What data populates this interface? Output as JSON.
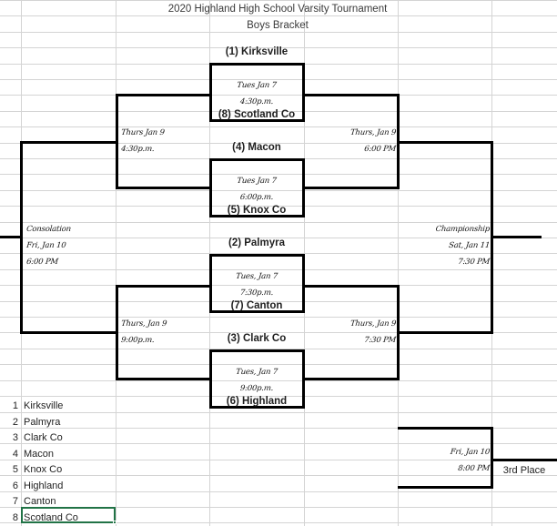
{
  "header": {
    "title": "2020 Highland High School Varsity Tournament",
    "subtitle": "Boys Bracket"
  },
  "colors": {
    "bracket_line": "#000000",
    "gridline": "#d4d4d4",
    "text": "#1f1f1f",
    "title_text": "#3a3a3a",
    "selection": "#217346"
  },
  "bracket": {
    "round1": [
      {
        "top_team": "(1) Kirksville",
        "bottom_team": "(8) Scotland Co",
        "date": "Tues Jan 7",
        "time": "4:30p.m."
      },
      {
        "top_team": "(4) Macon",
        "bottom_team": "(5) Knox Co",
        "date": "Tues Jan 7",
        "time": "6:00p.m."
      },
      {
        "top_team": "(2) Palmyra",
        "bottom_team": "(7) Canton",
        "date": "Tues, Jan 7",
        "time": "7:30p.m."
      },
      {
        "top_team": "(3) Clark Co",
        "bottom_team": "(6) Highland",
        "date": "Tues, Jan 7",
        "time": "9:00p.m."
      }
    ],
    "semifinals_right": [
      {
        "date": "Thurs, Jan 9",
        "time": "6:00 PM"
      },
      {
        "date": "Thurs, Jan 9",
        "time": "7:30 PM"
      }
    ],
    "semifinals_left": [
      {
        "date": "Thurs Jan 9",
        "time": "4:30p.m."
      },
      {
        "date": "Thurs, Jan 9",
        "time": "9:00p.m."
      }
    ],
    "championship": {
      "label": "Championship",
      "date": "Sat, Jan 11",
      "time": "7:30 PM"
    },
    "consolation": {
      "label": "Consolation",
      "date": "Fri, Jan 10",
      "time": "6:00 PM"
    },
    "third_place": {
      "label": "3rd Place",
      "date": "Fri, Jan 10",
      "time": "8:00 PM"
    }
  },
  "seed_list": [
    {
      "seed": "1",
      "team": "Kirksville"
    },
    {
      "seed": "2",
      "team": "Palmyra"
    },
    {
      "seed": "3",
      "team": "Clark Co"
    },
    {
      "seed": "4",
      "team": "Macon"
    },
    {
      "seed": "5",
      "team": "Knox Co"
    },
    {
      "seed": "6",
      "team": "Highland"
    },
    {
      "seed": "7",
      "team": "Canton"
    },
    {
      "seed": "8",
      "team": "Scotland Co"
    }
  ]
}
